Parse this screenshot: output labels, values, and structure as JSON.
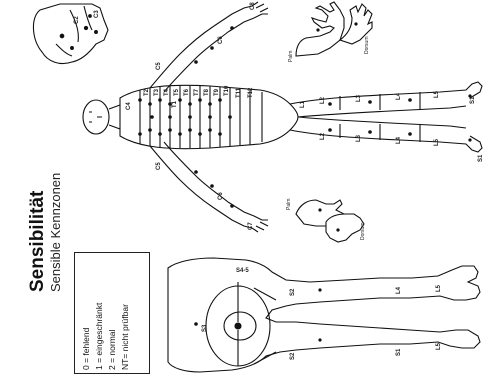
{
  "title": "Sensibilität",
  "subtitle": "Sensible Kennzonen",
  "legend": [
    "0  =  fehlend",
    "1  =  eingeschränkt",
    "2  =  normal",
    "NT= nicht prüfbar"
  ],
  "hand_labels": {
    "palm": "Palm",
    "dorsum": "Dorsum"
  },
  "dermatome_labels": {
    "front_trunk": [
      "C2",
      "C3",
      "C4",
      "T2",
      "T3",
      "T4",
      "T5",
      "T6",
      "T7",
      "T8",
      "T9",
      "T10",
      "T11",
      "T12"
    ],
    "arms": [
      "C5",
      "C6",
      "C7",
      "C8",
      "T1"
    ],
    "legs": [
      "L1",
      "L2",
      "L3",
      "L4",
      "L5",
      "S1",
      "S2"
    ],
    "perineum": [
      "S4-5",
      "S3",
      "S2",
      "S1",
      "L4",
      "L5"
    ]
  }
}
